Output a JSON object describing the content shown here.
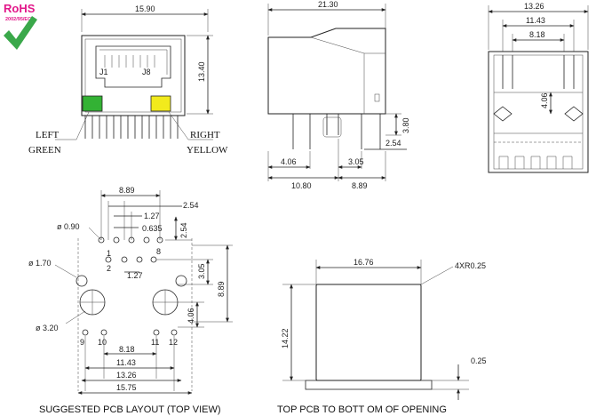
{
  "rohs": {
    "title": "RoHS",
    "subtitle": "2002/95/EC",
    "colors": {
      "text": "#e2188a",
      "check": "#3aa84a"
    }
  },
  "front_view": {
    "width_dim": "15.90",
    "height_dim": "13.40",
    "pin_j1": "J1",
    "pin_j8": "J8",
    "led_left_label": "LEFT",
    "led_left_color": "GREEN",
    "led_right_label": "RIGHT",
    "led_right_color": "YELLOW",
    "colors": {
      "green_led": "#33b234",
      "yellow_led": "#f2ea1c"
    }
  },
  "side_view": {
    "length_dim": "21.30",
    "dims": [
      "3.80",
      "2.54",
      "4.06",
      "3.05",
      "10.80",
      "8.89"
    ]
  },
  "end_view": {
    "dims": [
      "13.26",
      "11.43",
      "8.18",
      "4.06"
    ]
  },
  "pcb_layout": {
    "caption": "SUGGESTED PCB LAYOUT (TOP VIEW)",
    "dims": {
      "d889_top": "8.89",
      "d254_a": "2.54",
      "d127_a": "1.27",
      "d0635": "0.635",
      "d254_b": "2.54",
      "d127_b": "1.27",
      "d305": "3.05",
      "d889_right": "8.89",
      "d406": "4.06",
      "d818": "8.18",
      "d1143": "11.43",
      "d1326": "13.26",
      "d1575": "15.75"
    },
    "hole_090": "ø 0.90",
    "hole_170": "ø 1.70",
    "hole_320": "ø 3.20",
    "pins": [
      "1",
      "2",
      "8",
      "9",
      "10",
      "11",
      "12"
    ]
  },
  "opening_view": {
    "caption": "TOP  PCB  TO BOTT OM OF OPENING",
    "width_dim": "16.76",
    "height_dim": "14.22",
    "radius_note": "4XR0.25",
    "offset_dim": "0.25"
  }
}
